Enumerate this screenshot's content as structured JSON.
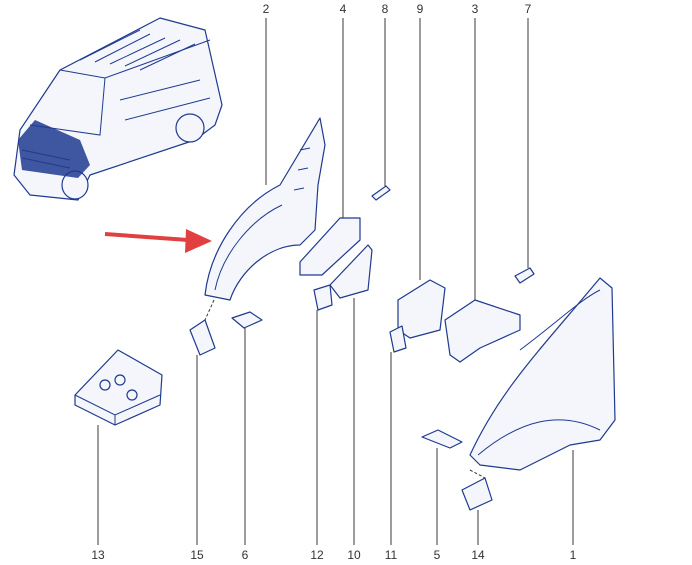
{
  "diagram": {
    "callouts": {
      "c1": "1",
      "c2": "2",
      "c3": "3",
      "c4": "4",
      "c5": "5",
      "c6": "6",
      "c7": "7",
      "c8": "8",
      "c9": "9",
      "c10": "10",
      "c11": "11",
      "c12": "12",
      "c13": "13",
      "c14": "14",
      "c15": "15"
    },
    "colors": {
      "line": "#1f3a8f",
      "highlight": "#1f3a8f",
      "arrow": "#e04040",
      "label": "#333333"
    }
  }
}
